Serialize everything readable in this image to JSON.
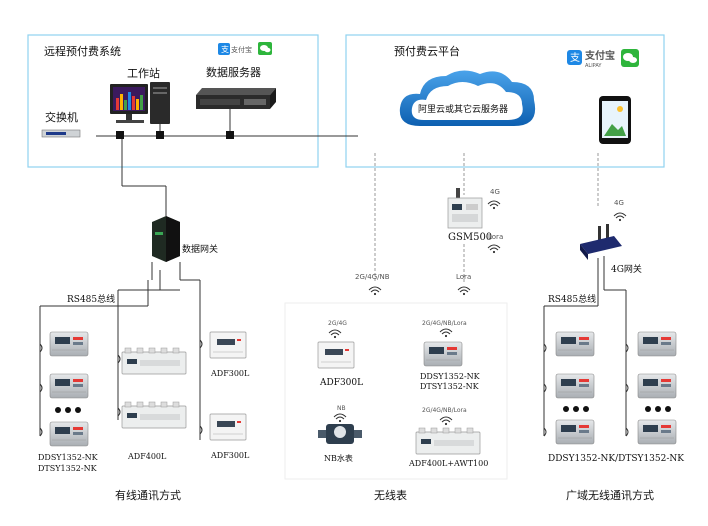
{
  "left_box": {
    "title": "远程预付费系统",
    "workstation_label": "工作站",
    "server_label": "数据服务器",
    "switch_label": "交换机",
    "alipay_text": "支付宝"
  },
  "right_box": {
    "title": "预付费云平台",
    "cloud_label": "阿里云或其它云服务器",
    "alipay_text": "支付宝",
    "alipay_sub": "ALIPAY"
  },
  "gateway": {
    "label": "数据网关"
  },
  "gsm": {
    "label": "GSM500",
    "signal_4g": "4G",
    "signal_lora": "Lora"
  },
  "signals": {
    "mid_left": "2G/4G/NB",
    "mid_right": "Lora",
    "right_4g": "4G"
  },
  "gateway_4g": {
    "label": "4G网关"
  },
  "wired": {
    "bus_label": "RS485总线",
    "meter_labels": [
      "DDSY1352-NK",
      "DTSY1352-NK"
    ],
    "adf400_label": "ADF400L",
    "adf300_top": "ADF300L",
    "adf300_bottom": "ADF300L",
    "section_title": "有线通讯方式"
  },
  "wireless": {
    "adf300_small": "2G/4G",
    "adf300_label": "ADF300L",
    "ddsy_small": "2G/4G/NB/Lora",
    "ddsy_label1": "DDSY1352-NK",
    "ddsy_label2": "DTSY1352-NK",
    "nb_small": "NB",
    "nb_label": "NB水表",
    "adf400_small": "2G/4G/NB/Lora",
    "adf400_label": "ADF400L+AWT100",
    "section_title": "无线表"
  },
  "wan": {
    "bus_label": "RS485总线",
    "meter_label": "DDSY1352-NK/DTSY1352-NK",
    "section_title": "广域无线通讯方式"
  },
  "colors": {
    "box_border": "#8fd3f0",
    "cloud": "#1a6fc4",
    "alipay": "#1e88e5",
    "wechat": "#2eb53c"
  }
}
